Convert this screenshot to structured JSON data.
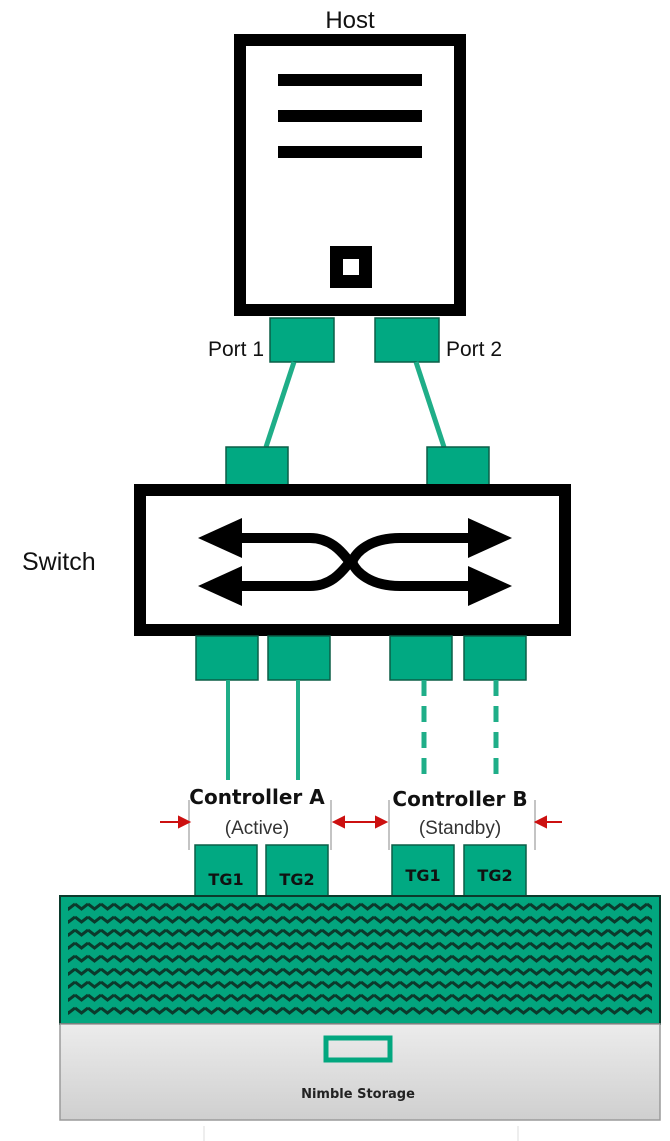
{
  "host": {
    "label": "Host",
    "port1_label": "Port 1",
    "port2_label": "Port 2"
  },
  "switch": {
    "label": "Switch"
  },
  "controller_a": {
    "name": "Controller A",
    "state": "(Active)",
    "tg1": "TG1",
    "tg2": "TG2"
  },
  "controller_b": {
    "name": "Controller B",
    "state": "(Standby)",
    "tg1": "TG1",
    "tg2": "TG2"
  },
  "storage": {
    "label": "Nimble Storage"
  },
  "colors": {
    "port_fill": "#01a982",
    "port_stroke": "#0b5e47",
    "link_line": "#1fae88",
    "chassis_green": "#02a77f",
    "chassis_grey": "#d8d8d8",
    "arrow_red": "#cc1010"
  }
}
